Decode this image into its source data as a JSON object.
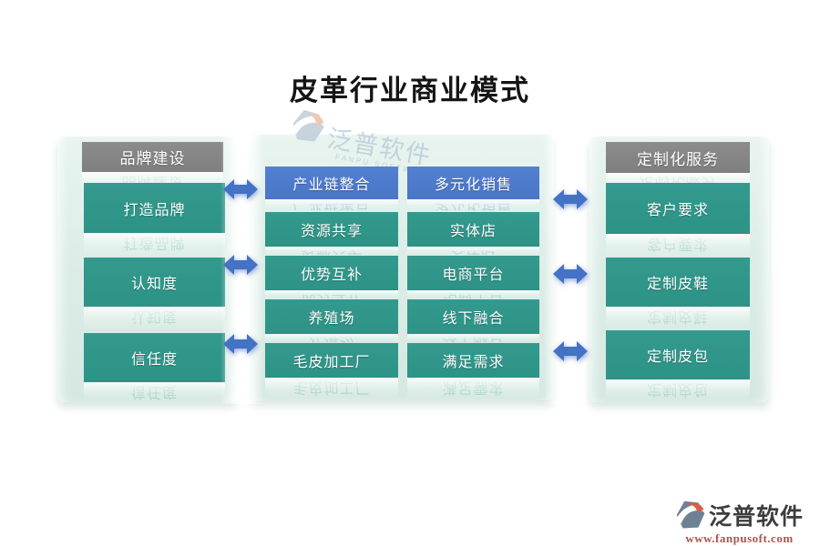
{
  "title": "皮革行业商业模式",
  "panels": {
    "left": {
      "header": "品牌建设",
      "items": [
        "打造品牌",
        "认知度",
        "信任度"
      ]
    },
    "middle": {
      "rows": [
        [
          "产业链整合",
          "多元化销售"
        ],
        [
          "资源共享",
          "实体店"
        ],
        [
          "优势互补",
          "电商平台"
        ],
        [
          "养殖场",
          "线下融合"
        ],
        [
          "毛皮加工厂",
          "满足需求"
        ]
      ]
    },
    "right": {
      "header": "定制化服务",
      "items": [
        "客户要求",
        "定制皮鞋",
        "定制皮包"
      ]
    }
  },
  "watermark": {
    "brand": "泛普软件",
    "subtitle": "FANPU SOFTWARE"
  },
  "footer": {
    "brand": "泛普软件",
    "url": "www.fanpusoft.com"
  },
  "colors": {
    "teal": "#2d9386",
    "blue": "#4a76c8",
    "gray": "#7f7f7f",
    "arrow": "#4472c4",
    "url_red": "#b0534c"
  }
}
